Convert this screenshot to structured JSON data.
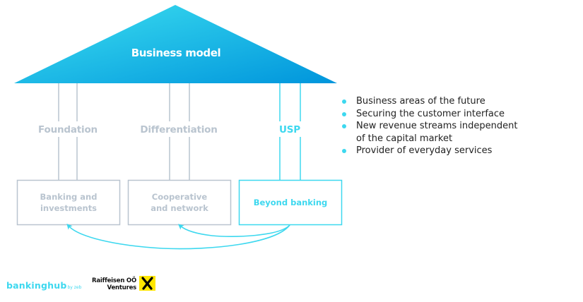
{
  "roof": {
    "title": "Business model",
    "gradient_start": "#3de0f0",
    "gradient_end": "#0095dc"
  },
  "pillars": [
    {
      "label": "Foundation",
      "box_lines": [
        "Banking and",
        "investments"
      ],
      "color": "#b9c4cf",
      "highlight": false
    },
    {
      "label": "Differentiation",
      "box_lines": [
        "Cooperative",
        "and network"
      ],
      "color": "#b9c4cf",
      "highlight": false
    },
    {
      "label": "USP",
      "box_lines": [
        "Beyond banking"
      ],
      "color": "#3dd8ef",
      "highlight": true
    }
  ],
  "arrows": {
    "color": "#3dd8ef",
    "from": "Beyond banking",
    "to": [
      "Banking and investments",
      "Cooperative and network"
    ]
  },
  "bullets": {
    "dot_color": "#3dd8ef",
    "items": [
      "Business areas of the future",
      "Securing the customer interface",
      "New revenue streams independent of the capital market",
      "Provider of everyday services"
    ],
    "display_lines": [
      [
        "Business areas of the future"
      ],
      [
        "Securing the customer interface"
      ],
      [
        "New revenue streams independent",
        "of the capital market"
      ],
      [
        "Provider of everyday services"
      ]
    ]
  },
  "logos": {
    "bankinghub": {
      "text_main": "banking",
      "text_accent": "hub",
      "text_by": "by zeb",
      "color": "#3dd8ef"
    },
    "raiffeisen": {
      "line1": "Raiffeisen OÖ",
      "line2": "Ventures",
      "mark_color": "#ffe600"
    }
  }
}
